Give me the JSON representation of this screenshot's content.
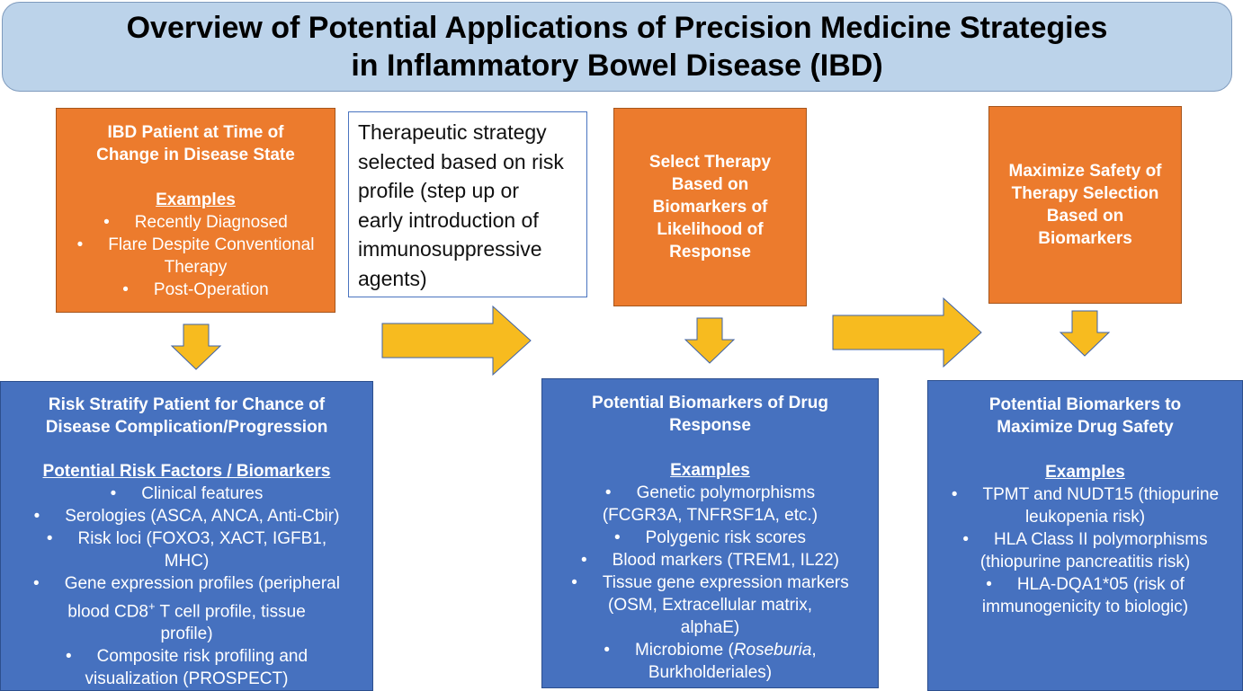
{
  "title": {
    "line1": "Overview of Potential Applications of Precision Medicine Strategies",
    "line2": "in Inflammatory Bowel Disease (IBD)"
  },
  "patient_box": {
    "heading_line1": "IBD Patient at Time of",
    "heading_line2": "Change in Disease State",
    "examples_label": "Examples",
    "items": [
      "Recently Diagnosed",
      "Flare Despite Conventional",
      "Therapy",
      "Post-Operation"
    ]
  },
  "strategy_box": {
    "lines": [
      "Therapeutic strategy",
      "selected based on risk",
      "profile (step up or",
      "early introduction of",
      "immunosuppressive",
      "agents)"
    ]
  },
  "select_therapy_box": {
    "lines": [
      "Select Therapy",
      "Based on",
      "Biomarkers of",
      "Likelihood of",
      "Response"
    ]
  },
  "safety_box": {
    "lines": [
      "Maximize Safety of",
      "Therapy Selection",
      "Based on",
      "Biomarkers"
    ]
  },
  "risk_box": {
    "heading_line1": "Risk Stratify Patient for Chance of",
    "heading_line2": "Disease Complication/Progression",
    "subheading": "Potential Risk Factors / Biomarkers",
    "items": [
      "Clinical features",
      "Serologies (ASCA, ANCA, Anti-Cbir)",
      "Risk loci (FOXO3, XACT, IGFB1,",
      "MHC)",
      "Gene expression profiles (peripheral",
      "blood CD8",
      "+",
      " T cell profile, tissue",
      "profile)",
      "Composite risk profiling and",
      "visualization (PROSPECT)"
    ]
  },
  "drug_response_box": {
    "heading_line1": "Potential Biomarkers of Drug",
    "heading_line2": "Response",
    "examples_label": "Examples",
    "items": [
      "Genetic polymorphisms",
      "(FCGR3A, TNFRSF1A, etc.)",
      "Polygenic risk scores",
      "Blood markers (TREM1, IL22)",
      "Tissue gene expression markers",
      "(OSM, Extracellular matrix,",
      "alphaE)",
      "Microbiome (",
      "Roseburia",
      ",",
      "Burkholderiales)"
    ]
  },
  "drug_safety_box": {
    "heading_line1": "Potential Biomarkers to",
    "heading_line2": "Maximize Drug Safety",
    "examples_label": "Examples",
    "items": [
      "TPMT and NUDT15 (thiopurine",
      "leukopenia risk)",
      "HLA Class II polymorphisms",
      "(thiopurine pancreatitis risk)",
      "HLA-DQA1*05 (risk of",
      "immunogenicity to biologic)"
    ]
  },
  "colors": {
    "title_bg": "#bcd3ea",
    "orange": "#ec7b2d",
    "blue": "#4671bf",
    "arrow": "#f7bb1f"
  }
}
